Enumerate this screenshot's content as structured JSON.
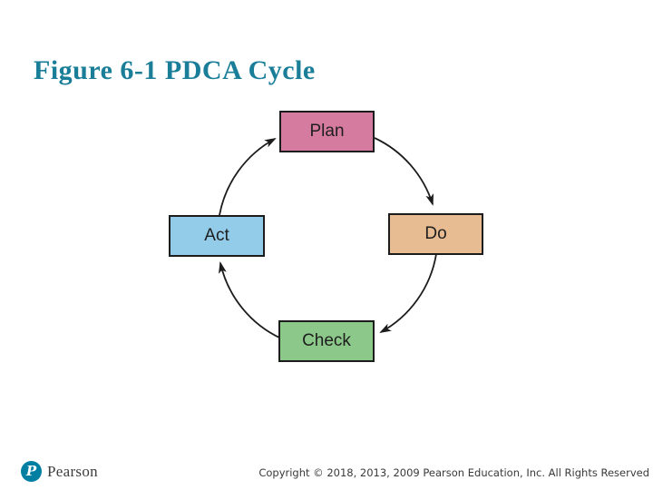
{
  "slide": {
    "title": "Figure 6-1 PDCA Cycle",
    "title_color": "#1a7e99",
    "background_color": "#ffffff"
  },
  "diagram": {
    "name": "PDCA Cycle",
    "arrow_color": "#1c1c1c",
    "nodes": [
      {
        "id": "plan",
        "label": "Plan",
        "color": "#d67ba0",
        "position": "top"
      },
      {
        "id": "do",
        "label": "Do",
        "color": "#e7bc92",
        "position": "right"
      },
      {
        "id": "check",
        "label": "Check",
        "color": "#8bc889",
        "position": "bottom"
      },
      {
        "id": "act",
        "label": "Act",
        "color": "#92cce9",
        "position": "left"
      }
    ],
    "arrows": [
      {
        "from": "plan",
        "to": "do"
      },
      {
        "from": "do",
        "to": "check"
      },
      {
        "from": "check",
        "to": "act"
      },
      {
        "from": "act",
        "to": "plan"
      }
    ]
  },
  "footer": {
    "logo_letter": "P",
    "logo_text": "Pearson",
    "logo_color": "#007fa3",
    "copyright": "Copyright © 2018, 2013, 2009 Pearson Education, Inc. All Rights Reserved"
  }
}
